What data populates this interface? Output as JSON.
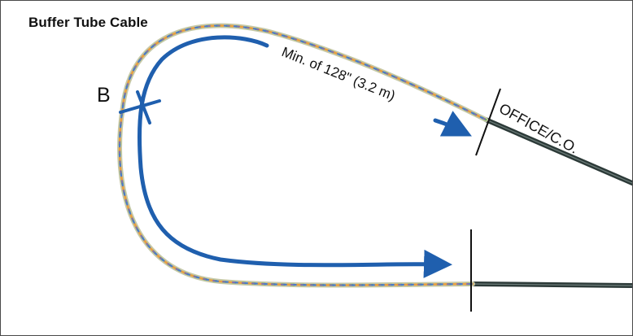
{
  "title": "Buffer Tube Cable",
  "labels": {
    "point": "B",
    "distance": "Min. of 128\" (3.2 m)",
    "endpoint": "OFFICE/C.O."
  },
  "colors": {
    "route": "#1f5fae",
    "cable_jacket": "#2c3a38",
    "strand_green": "#5fae4a",
    "strand_orange": "#e8a040",
    "strand_blue": "#4a7cc8",
    "strand_purple": "#8a6ab8",
    "marker": "#111111"
  }
}
